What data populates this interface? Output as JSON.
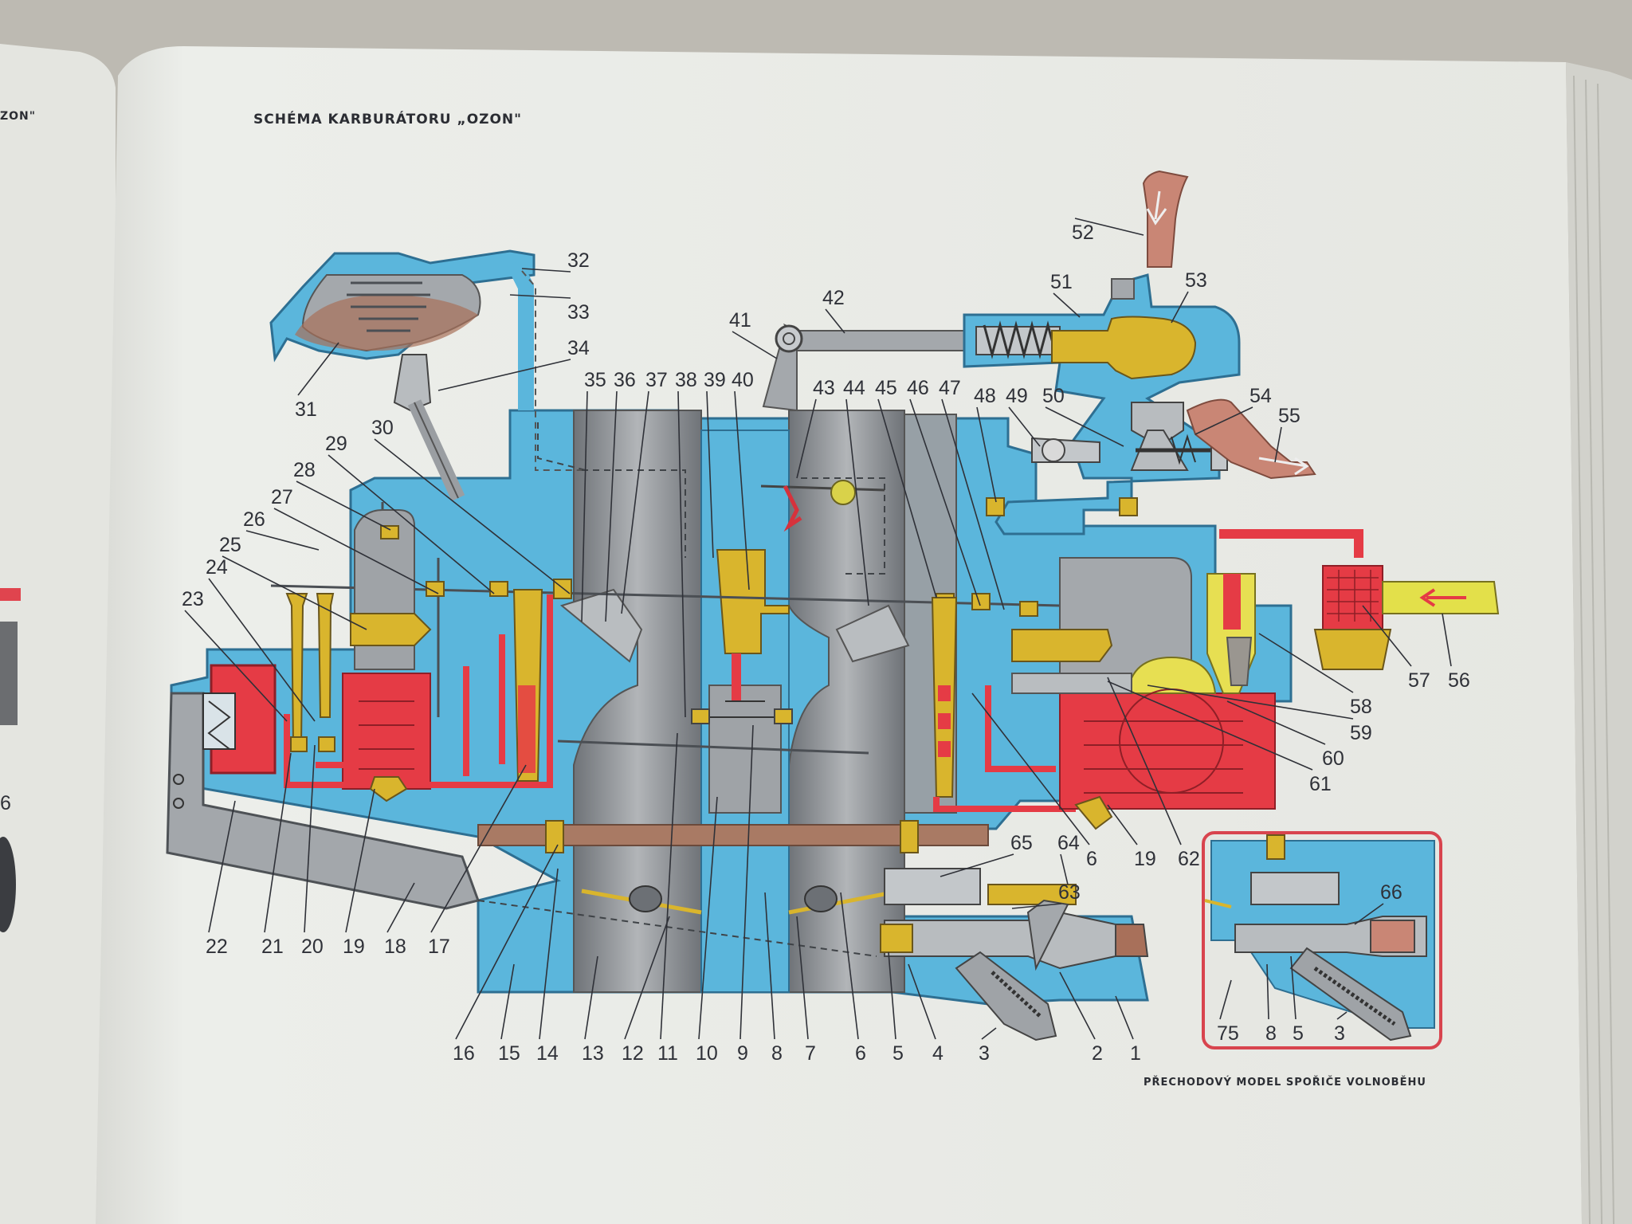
{
  "page": {
    "title": "SCHÉMA KARBURÁTORU „OZON\"",
    "inset_caption": "PŘECHODOVÝ MODEL SPOŘIČE VOLNOBĚHU",
    "left_page_fragment": "ZON\"",
    "left_page_number": "6"
  },
  "colors": {
    "body_blue": "#5bb6dc",
    "fuel_red": "#e53b45",
    "brass_yellow": "#d9b52d",
    "casting_gray": "#8d9196",
    "copper_band": "#a97a64",
    "inset_frame": "#d8444e"
  },
  "callouts": [
    "1",
    "2",
    "3",
    "4",
    "5",
    "6",
    "7",
    "8",
    "9",
    "10",
    "11",
    "12",
    "13",
    "14",
    "15",
    "16",
    "17",
    "18",
    "19",
    "20",
    "21",
    "22",
    "23",
    "24",
    "25",
    "26",
    "27",
    "28",
    "29",
    "30",
    "31",
    "32",
    "33",
    "34",
    "35",
    "36",
    "37",
    "38",
    "39",
    "40",
    "41",
    "42",
    "43",
    "44",
    "45",
    "46",
    "47",
    "48",
    "49",
    "50",
    "51",
    "52",
    "53",
    "54",
    "55",
    "56",
    "57",
    "58",
    "59",
    "60",
    "61",
    "62",
    "63",
    "64",
    "65",
    "6",
    "19",
    "66",
    "75",
    "8",
    "5",
    "3"
  ]
}
